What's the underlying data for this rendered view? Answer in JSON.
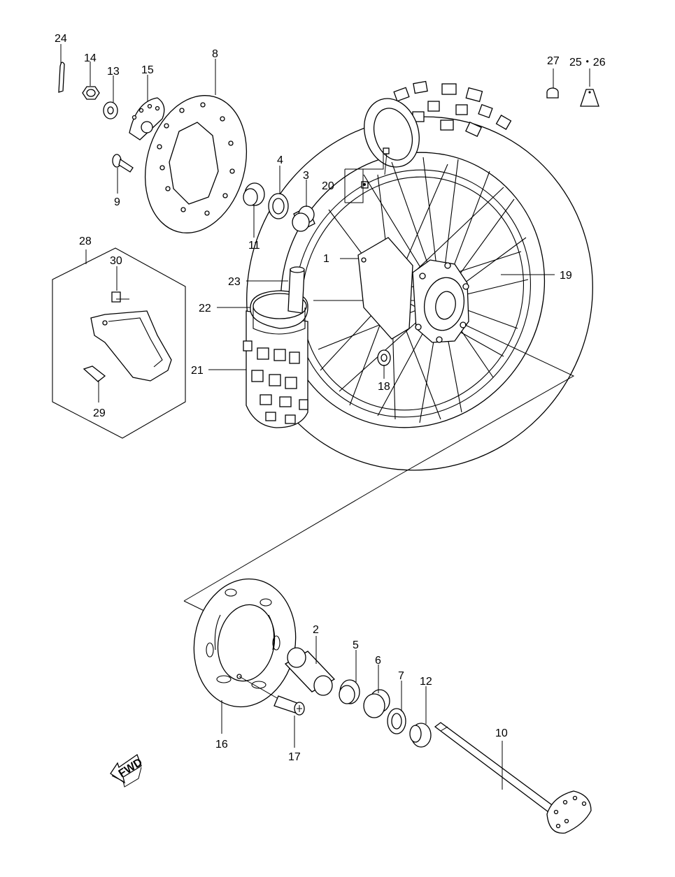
{
  "callouts": {
    "p1": "1",
    "p2": "2",
    "p3": "3",
    "p4": "4",
    "p5": "5",
    "p6": "6",
    "p7": "7",
    "p8": "8",
    "p9": "9",
    "p10": "10",
    "p11": "11",
    "p12": "12",
    "p13": "13",
    "p14": "14",
    "p15": "15",
    "p16": "16",
    "p17": "17",
    "p18": "18",
    "p19": "19",
    "p20": "20",
    "p21": "21",
    "p22": "22",
    "p23": "23",
    "p24": "24",
    "p25_26": "25・26",
    "p27": "27",
    "p28": "28",
    "p29": "29",
    "p30": "30"
  },
  "fwd_arrow_label": "FWD"
}
